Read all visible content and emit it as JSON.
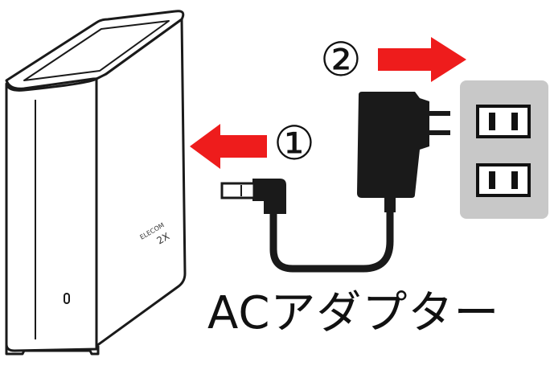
{
  "caption": "ACアダプター",
  "steps": {
    "step1": "①",
    "step2": "②"
  },
  "router": {
    "brand_text": "ELECOM",
    "model_text": "2X"
  },
  "icons": {
    "router": "wireless-router-icon",
    "ac_adapter": "ac-adapter-icon",
    "wall_outlet": "wall-outlet-icon",
    "arrow": "arrow-right-icon"
  },
  "colors": {
    "arrow": "#ee1c1c",
    "outlet_panel": "#c8c8c8",
    "adapter": "#1a1a1a",
    "outline": "#1a1a1a"
  }
}
